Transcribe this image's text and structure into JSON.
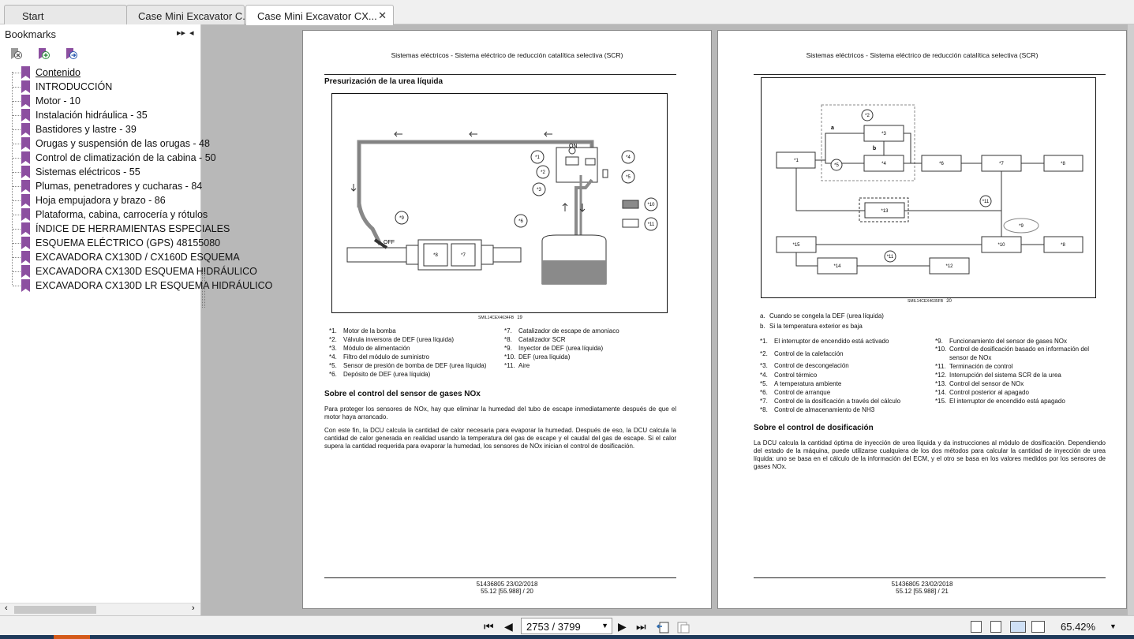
{
  "tabs": [
    {
      "label": "Start"
    },
    {
      "label": "Case Mini Excavator C..."
    },
    {
      "label": "Case Mini Excavator CX..."
    }
  ],
  "sidebar": {
    "title": "Bookmarks",
    "expand_glyph": "▸▸",
    "collapse_glyph": "◂",
    "items": [
      {
        "label": "Contenido"
      },
      {
        "label": "INTRODUCCIÓN"
      },
      {
        "label": "Motor - 10"
      },
      {
        "label": "Instalación hidráulica - 35"
      },
      {
        "label": "Bastidores y lastre - 39"
      },
      {
        "label": "Orugas y suspensión de las orugas - 48"
      },
      {
        "label": "Control de climatización de la cabina - 50"
      },
      {
        "label": "Sistemas eléctricos - 55"
      },
      {
        "label": "Plumas, penetradores y cucharas - 84"
      },
      {
        "label": "Hoja empujadora y brazo - 86"
      },
      {
        "label": "Plataforma, cabina, carrocería y rótulos"
      },
      {
        "label": "ÍNDICE DE HERRAMIENTAS ESPECIALES"
      },
      {
        "label": "ESQUEMA ELÉCTRICO (GPS) 48155080"
      },
      {
        "label": "EXCAVADORA CX130D / CX160D ESQUEMA"
      },
      {
        "label": "EXCAVADORA CX130D ESQUEMA HIDRÁULICO"
      },
      {
        "label": "EXCAVADORA CX130D LR ESQUEMA HIDRÁULICO"
      }
    ],
    "scroll_left": "‹",
    "scroll_right": "›",
    "bookmark_color": "#8c4fa0"
  },
  "left_page": {
    "header": "Sistemas eléctricos - Sistema eléctrico de reducción catalítica selectiva (SCR)",
    "section1": "Presurización de la urea líquida",
    "fig_code": "SMIL14CEX4634FB",
    "fig_num": "19",
    "diagram": {
      "on": "ON",
      "off": "OFF",
      "callouts": [
        "*1",
        "*2",
        "*3",
        "*4",
        "*5",
        "*6",
        "*7",
        "*8",
        "*9",
        "*10",
        "*11"
      ]
    },
    "legend": [
      {
        "n": "*1.",
        "t": "Motor de la bomba"
      },
      {
        "n": "*2.",
        "t": "Válvula inversora de DEF (urea líquida)"
      },
      {
        "n": "*3.",
        "t": "Módulo de alimentación"
      },
      {
        "n": "*4.",
        "t": "Filtro del módulo de suministro"
      },
      {
        "n": "*5.",
        "t": "Sensor de presión de bomba de DEF (urea líquida)"
      },
      {
        "n": "*6.",
        "t": "Depósito de DEF (urea líquida)"
      },
      {
        "n": "*7.",
        "t": "Catalizador de escape de amoniaco"
      },
      {
        "n": "*8.",
        "t": "Catalizador SCR"
      },
      {
        "n": "*9.",
        "t": "Inyector de DEF (urea líquida)"
      },
      {
        "n": "*10.",
        "t": "DEF (urea líquida)"
      },
      {
        "n": "*11.",
        "t": "Aire"
      }
    ],
    "section2": "Sobre el control del sensor de gases NOx",
    "para1": "Para proteger los sensores de NOx, hay que eliminar la humedad del tubo de escape inmediatamente después de que el motor haya arrancado.",
    "para2": "Con este fin, la DCU calcula la cantidad de calor necesaria para evaporar la humedad.  Después de eso, la DCU calcula la cantidad de calor generada en realidad usando la temperatura del gas de escape y el caudal del gas de escape.  Si el calor supera la cantidad requerida para evaporar la humedad, los sensores de NOx inician el control de dosificación.",
    "footer1": "51436805 23/02/2018",
    "footer2": "55.12 [55.988] / 20"
  },
  "right_page": {
    "header": "Sistemas eléctricos - Sistema eléctrico de reducción catalítica selectiva (SCR)",
    "fig_code": "SMIL14CEX4635FB",
    "fig_num": "20",
    "diagram": {
      "a": "a",
      "b": "b",
      "nodes": [
        "*1",
        "*2",
        "*3",
        "*4",
        "*5",
        "*6",
        "*7",
        "*8",
        "*8",
        "*9",
        "*10",
        "*11",
        "*11",
        "*12",
        "*13",
        "*14",
        "*15"
      ]
    },
    "notes": [
      {
        "n": "a.",
        "t": "Cuando se congela la DEF (urea líquida)"
      },
      {
        "n": "b.",
        "t": "Si la temperatura exterior es baja"
      }
    ],
    "legend": [
      {
        "n": "*1.",
        "t": "El interruptor de encendido está activado"
      },
      {
        "n": "*2.",
        "t": "Control de la calefacción"
      },
      {
        "n": "*3.",
        "t": "Control de descongelación"
      },
      {
        "n": "*4.",
        "t": "Control térmico"
      },
      {
        "n": "*5.",
        "t": "A temperatura ambiente"
      },
      {
        "n": "*6.",
        "t": "Control de arranque"
      },
      {
        "n": "*7.",
        "t": "Control de la dosificación a través del cálculo"
      },
      {
        "n": "*8.",
        "t": "Control de almacenamiento de NH3"
      },
      {
        "n": "*9.",
        "t": "Funcionamiento del sensor de gases NOx"
      },
      {
        "n": "*10.",
        "t": "Control de dosificación basado en información del sensor de NOx"
      },
      {
        "n": "*11.",
        "t": "Terminación de control"
      },
      {
        "n": "*12.",
        "t": "Interrupción del sistema SCR de la urea"
      },
      {
        "n": "*13.",
        "t": "Control del sensor de NOx"
      },
      {
        "n": "*14.",
        "t": "Control posterior al apagado"
      },
      {
        "n": "*15.",
        "t": "El interruptor de encendido está apagado"
      }
    ],
    "section": "Sobre el control de dosificación",
    "para": "La DCU calcula la cantidad óptima de inyección de urea líquida y da instrucciones al módulo de dosificación.  Dependiendo del estado de la máquina, puede utilizarse cualquiera de los dos métodos para calcular la cantidad de inyección de urea líquida:  uno se basa en el cálculo de la información del ECM, y el otro se basa en los valores medidos por los sensores de gases NOx.",
    "footer1": "51436805 23/02/2018",
    "footer2": "55.12 [55.988] / 21"
  },
  "bottom": {
    "page_value": "2753 / 3799",
    "zoom": "65.42%"
  }
}
